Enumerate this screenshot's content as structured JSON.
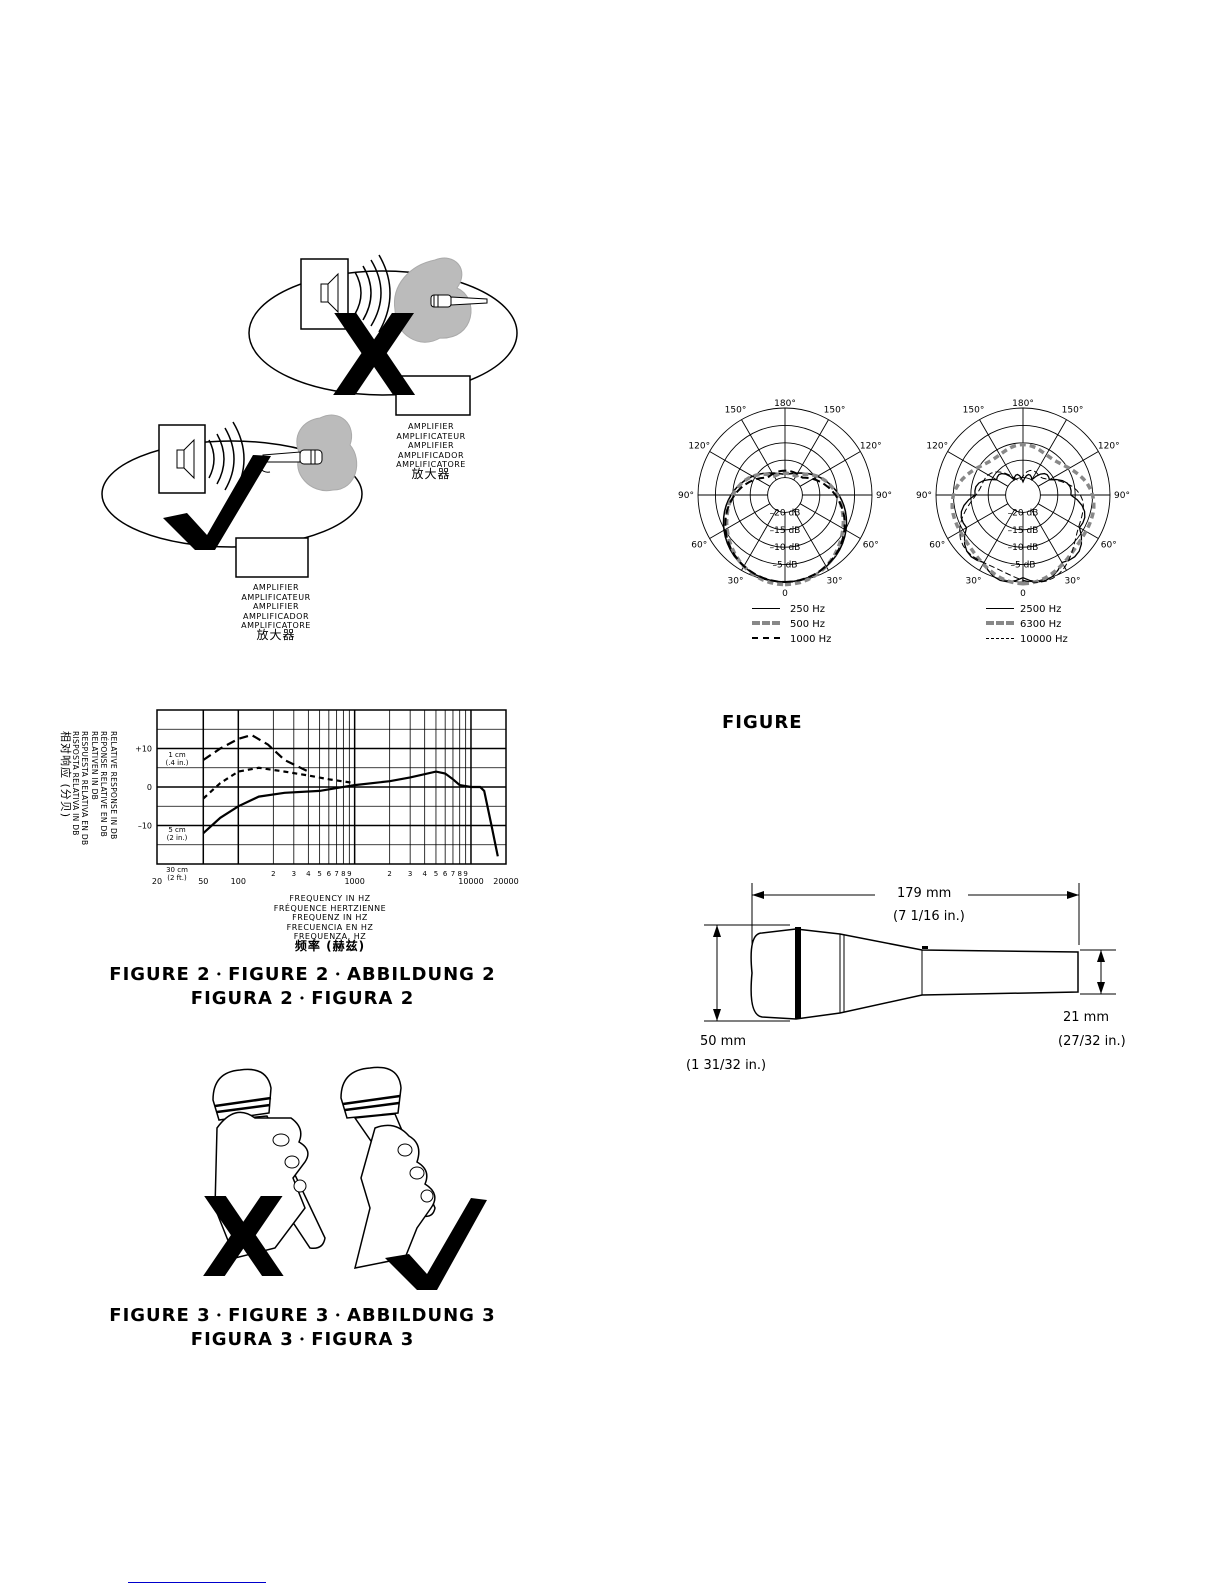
{
  "figure1": {
    "amplifier_labels": [
      "AMPLIFIER",
      "AMPLIFICATEUR",
      "AMPLIFIER",
      "AMPLIFICADOR",
      "AMPLIFICATORE",
      "放大器"
    ]
  },
  "figure2": {
    "caption_parts": [
      "FIGURE 2",
      "FIGURE 2",
      "ABBILDUNG 2",
      "FIGURA 2",
      "FIGURA 2"
    ],
    "separator": "•"
  },
  "figure3": {
    "caption_parts": [
      "FIGURE 3",
      "FIGURE 3",
      "ABBILDUNG 3",
      "FIGURA 3",
      "FIGURA 3"
    ]
  },
  "polar": {
    "caption": "FIGURE",
    "angle_labels": [
      "180°",
      "150°",
      "150°",
      "120°",
      "120°",
      "90°",
      "90°",
      "60°",
      "60°",
      "30°",
      "30°",
      "0"
    ],
    "ring_labels": [
      "–20 dB",
      "–15 dB",
      "–10 dB",
      "–5 dB"
    ],
    "legend_left": [
      "250  Hz",
      "500  Hz",
      "1000  Hz"
    ],
    "legend_right": [
      "2500  Hz",
      "6300  Hz",
      "10000  Hz"
    ]
  },
  "dimensions": {
    "length": "179 mm",
    "length_in": "(7 1/16 in.)",
    "head": "50 mm",
    "head_in": "(1 31/32 in.)",
    "tail": "21 mm",
    "tail_in": "(27/32 in.)"
  },
  "chart_data": {
    "type": "line",
    "title": "",
    "xlabel_lines": [
      "FREQUENCY IN HZ",
      "FRÉQUENCE HERTZIENNE",
      "FREQUENZ IN HZ",
      "FRECUENCIA EN HZ",
      "FREQUENZA, HZ",
      "频率 (赫兹)"
    ],
    "ylabel_lines": [
      "RELATIVE RESPONSE IN DB",
      "RÉPONSE RELATIVE EN DB",
      "RELATIVEN IN DB",
      "RESPUESTA RELATIVA EN DB",
      "RISPOSTA RELATIVA IN DB",
      "相对响应 (分贝)"
    ],
    "x_scale": "log",
    "xlim": [
      20,
      20000
    ],
    "ylim": [
      -20,
      20
    ],
    "x_tick_labels": [
      "20",
      "50",
      "100",
      "2",
      "3",
      "4",
      "5",
      "6",
      "7",
      "8",
      "9",
      "1000",
      "2",
      "3",
      "4",
      "5",
      "6",
      "7",
      "8",
      "9",
      "10000",
      "20000"
    ],
    "y_tick_labels": [
      "+10",
      "0",
      "–10"
    ],
    "grid": true,
    "series": [
      {
        "name": "1 cm (.4 in.)",
        "style": "long-dash",
        "x": [
          50,
          70,
          100,
          130,
          180,
          250,
          400
        ],
        "y": [
          7,
          10,
          12.5,
          13.5,
          11,
          7,
          4
        ]
      },
      {
        "name": "5 cm (2 in.)",
        "style": "short-dash",
        "x": [
          50,
          70,
          100,
          150,
          250,
          400,
          600,
          1000
        ],
        "y": [
          -3,
          1,
          4,
          5,
          4,
          3,
          2,
          1
        ]
      },
      {
        "name": "30 cm (2 ft.)",
        "style": "solid",
        "x": [
          50,
          70,
          100,
          150,
          250,
          500,
          1000,
          2000,
          3000,
          5000,
          6000,
          7000,
          8000,
          10000,
          12000,
          13000,
          15000,
          17000
        ],
        "y": [
          -12,
          -8,
          -5,
          -2.5,
          -1.5,
          -1,
          0.5,
          1.5,
          2.5,
          4,
          3.5,
          2,
          0.5,
          0,
          0,
          -1,
          -10,
          -18
        ]
      }
    ]
  }
}
